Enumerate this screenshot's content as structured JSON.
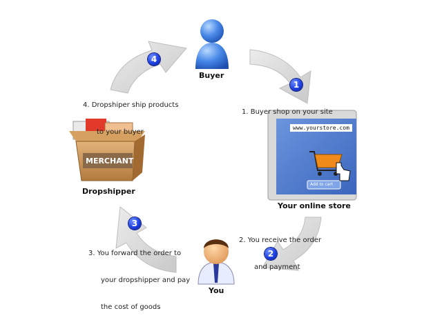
{
  "nodes": {
    "buyer": "Buyer",
    "store": "Your online store",
    "you": "You",
    "dropshipper": "Dropshipper"
  },
  "store_screen": {
    "url": "www.yourstore.com",
    "add_button": "Add to cart"
  },
  "merchant_box_label": "MERCHANT",
  "steps": [
    {
      "number": "1",
      "lines": [
        "1. Buyer shop on your site"
      ]
    },
    {
      "number": "2",
      "lines": [
        "2. You receive the order",
        "and payment"
      ]
    },
    {
      "number": "3",
      "lines": [
        "3. You forward the order to",
        "your dropshipper and pay",
        "the cost of goods"
      ]
    },
    {
      "number": "4",
      "lines": [
        "4. Dropshiper ship products",
        "to your buyer"
      ]
    }
  ],
  "colors": {
    "arrow": "#d6d6d6",
    "badge": "#1d3fe0",
    "buyer": "#3d7fe0",
    "monitor_screen": "#4f7fd0",
    "box": "#c48a4a",
    "you_shirt": "#e8e8ff"
  }
}
